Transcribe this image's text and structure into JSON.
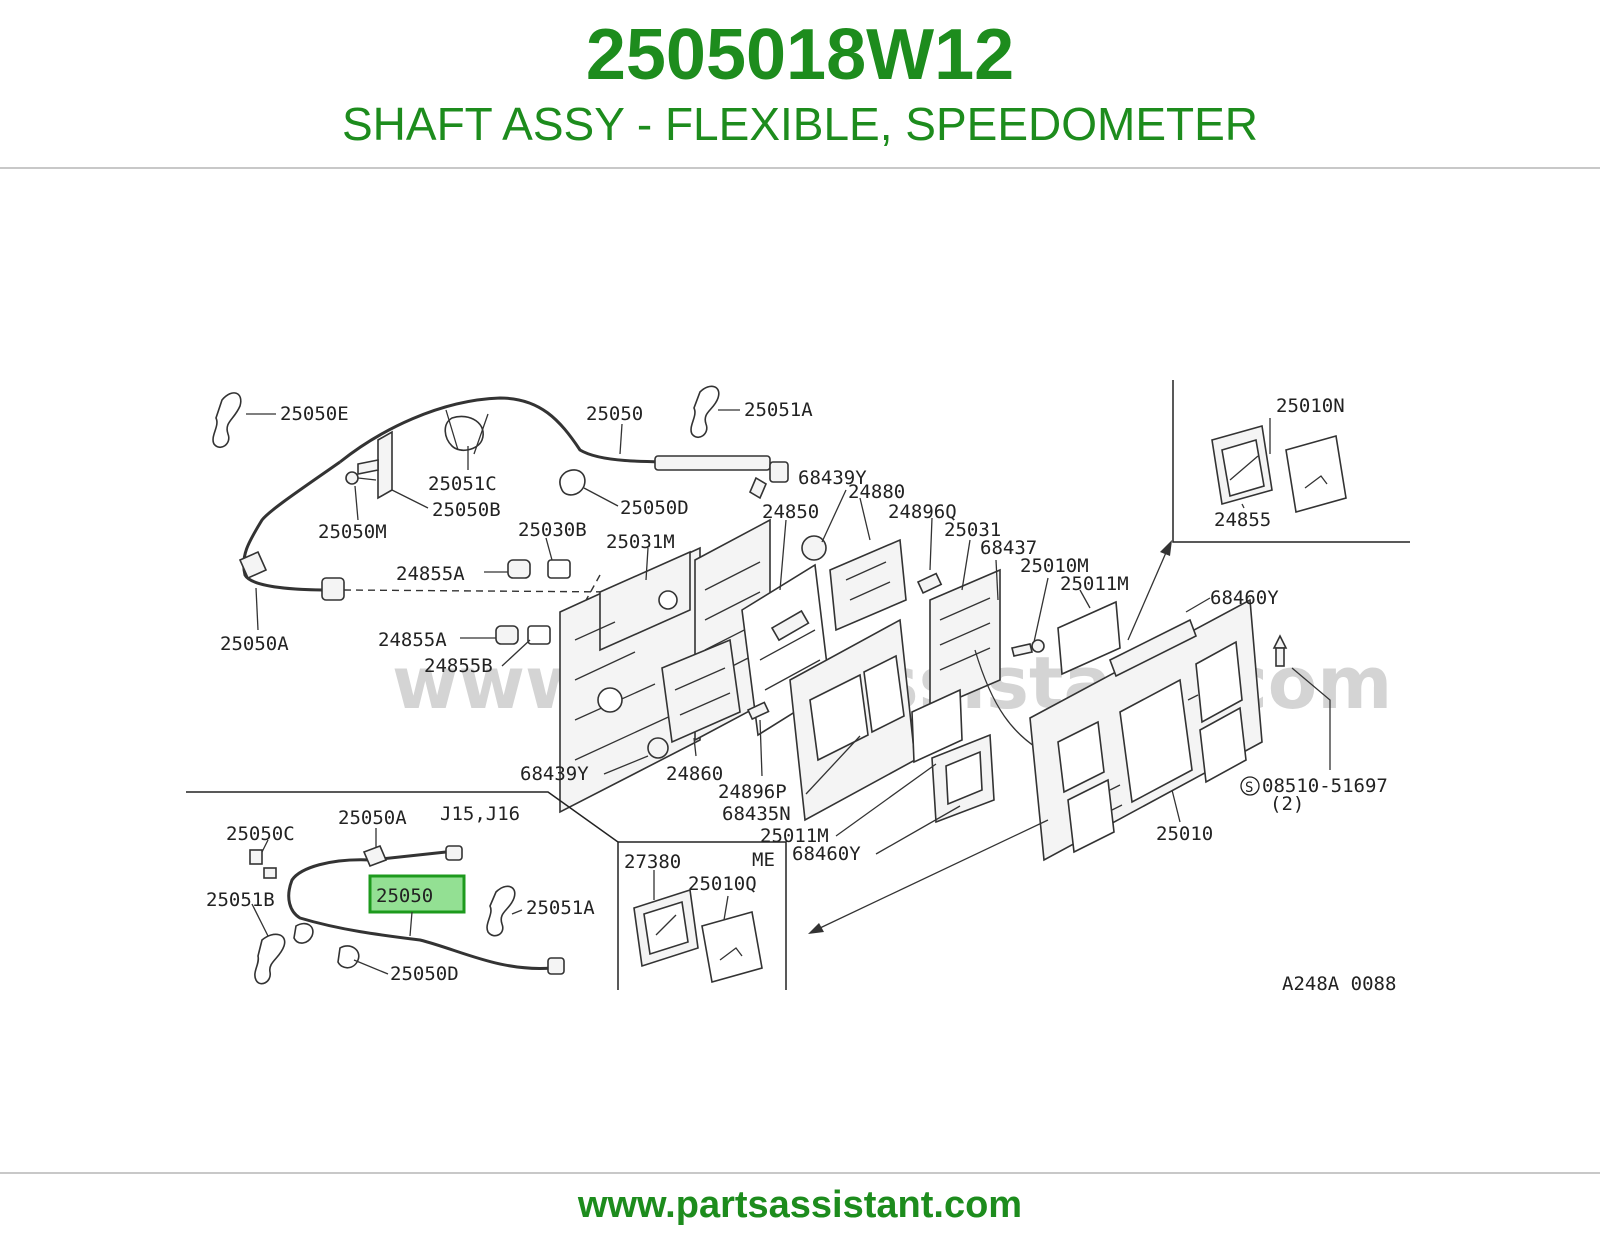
{
  "header": {
    "part_number": "2505018W12",
    "description": "SHAFT ASSY - FLEXIBLE, SPEEDOMETER"
  },
  "diagram": {
    "watermark": "www.partsassistant.com",
    "highlight_label": "25050",
    "highlight_color": "#6fd66f",
    "reference_code": "A248A 0088",
    "variant_labels": {
      "j15_j16": "J15,J16",
      "me": "ME"
    },
    "callouts": {
      "c25050E": "25050E",
      "c25050_top": "25050",
      "c25051A_top": "25051A",
      "c25051C": "25051C",
      "c25050B": "25050B",
      "c25050M": "25050M",
      "c25050D_top": "25050D",
      "c68439Y_top": "68439Y",
      "c24880": "24880",
      "c24850": "24850",
      "c24896Q": "24896Q",
      "c25031": "25031",
      "c68437": "68437",
      "c25010M": "25010M",
      "c25011M_top": "25011M",
      "c68460Y_top": "68460Y",
      "c25010N": "25010N",
      "c24855": "24855",
      "c25030B": "25030B",
      "c25031M": "25031M",
      "c24855A_1": "24855A",
      "c24855A_2": "24855A",
      "c24855B": "24855B",
      "c25050A_left": "25050A",
      "c68439Y_bottom": "68439Y",
      "c24860": "24860",
      "c24896P": "24896P",
      "c68435N": "68435N",
      "c25011M_bottom": "25011M",
      "c68460Y_bottom": "68460Y",
      "c08510": "08510-51697",
      "c08510_qty": "(2)",
      "c25010": "25010",
      "c25050A_inset": "25050A",
      "c25050C": "25050C",
      "c25051B": "25051B",
      "c25051A_inset": "25051A",
      "c25050D_inset": "25050D",
      "c27380": "27380",
      "c25010Q": "25010Q"
    }
  },
  "footer": {
    "url": "www.partsassistant.com"
  }
}
